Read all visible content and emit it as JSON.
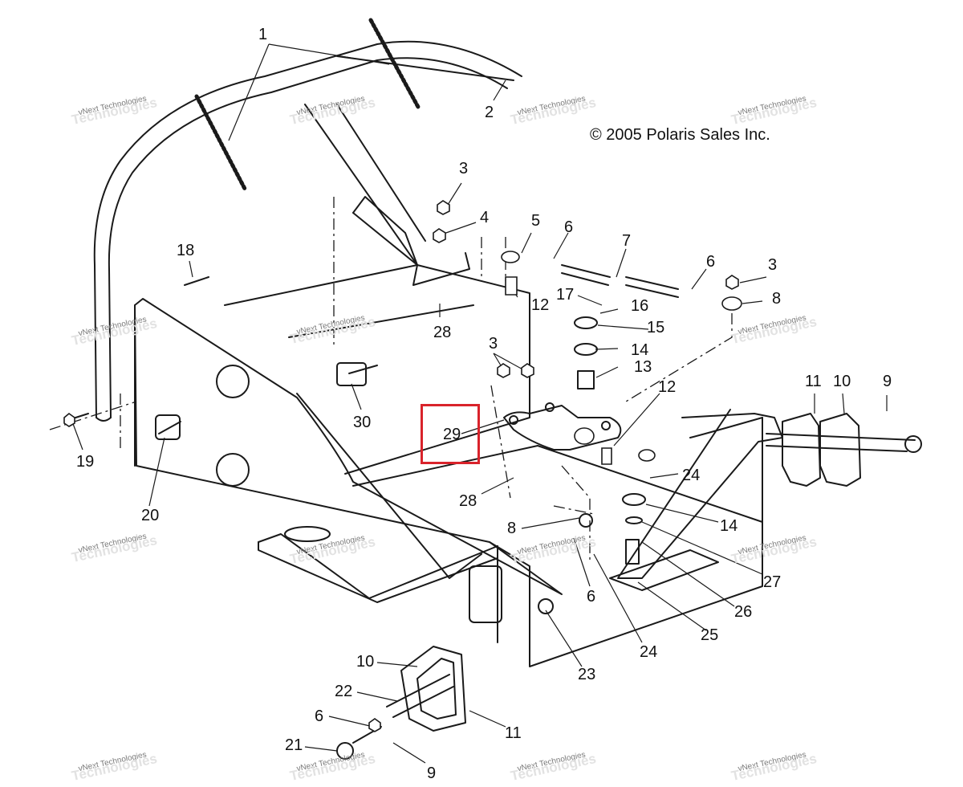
{
  "copyright": "© 2005 Polaris Sales Inc.",
  "highlighted_callout": "29",
  "watermark": {
    "line1": "vNext Technologies",
    "line2": "Technologies"
  },
  "callouts": [
    {
      "id": "c1",
      "text": "1"
    },
    {
      "id": "c2",
      "text": "2"
    },
    {
      "id": "c3a",
      "text": "3"
    },
    {
      "id": "c4",
      "text": "4"
    },
    {
      "id": "c5",
      "text": "5"
    },
    {
      "id": "c6a",
      "text": "6"
    },
    {
      "id": "c7",
      "text": "7"
    },
    {
      "id": "c6b",
      "text": "6"
    },
    {
      "id": "c3b",
      "text": "3"
    },
    {
      "id": "c8a",
      "text": "8"
    },
    {
      "id": "c18",
      "text": "18"
    },
    {
      "id": "c12a",
      "text": "12"
    },
    {
      "id": "c17",
      "text": "17"
    },
    {
      "id": "c16",
      "text": "16"
    },
    {
      "id": "c15",
      "text": "15"
    },
    {
      "id": "c28a",
      "text": "28"
    },
    {
      "id": "c14a",
      "text": "14"
    },
    {
      "id": "c3c",
      "text": "3"
    },
    {
      "id": "c13",
      "text": "13"
    },
    {
      "id": "c12b",
      "text": "12"
    },
    {
      "id": "c11a",
      "text": "11"
    },
    {
      "id": "c10a",
      "text": "10"
    },
    {
      "id": "c9a",
      "text": "9"
    },
    {
      "id": "c30",
      "text": "30"
    },
    {
      "id": "c29",
      "text": "29"
    },
    {
      "id": "c19",
      "text": "19"
    },
    {
      "id": "c20",
      "text": "20"
    },
    {
      "id": "c24a",
      "text": "24"
    },
    {
      "id": "c28b",
      "text": "28"
    },
    {
      "id": "c14b",
      "text": "14"
    },
    {
      "id": "c8b",
      "text": "8"
    },
    {
      "id": "c27",
      "text": "27"
    },
    {
      "id": "c6c",
      "text": "6"
    },
    {
      "id": "c26",
      "text": "26"
    },
    {
      "id": "c25",
      "text": "25"
    },
    {
      "id": "c24b",
      "text": "24"
    },
    {
      "id": "c23",
      "text": "23"
    },
    {
      "id": "c10b",
      "text": "10"
    },
    {
      "id": "c22",
      "text": "22"
    },
    {
      "id": "c6d",
      "text": "6"
    },
    {
      "id": "c11b",
      "text": "11"
    },
    {
      "id": "c21",
      "text": "21"
    },
    {
      "id": "c9b",
      "text": "9"
    }
  ],
  "colors": {
    "line": "#1a1a1a",
    "highlight": "#d9232b",
    "watermark": "#8a8a8a"
  }
}
